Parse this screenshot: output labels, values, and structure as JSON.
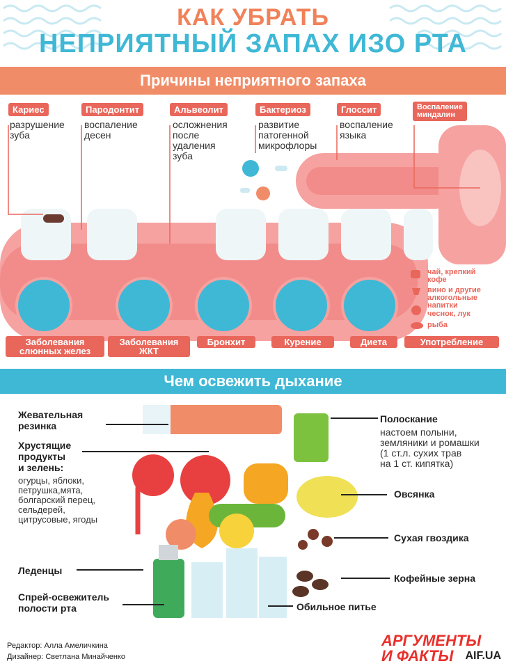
{
  "header": {
    "title_line1": "КАК УБРАТЬ",
    "title_line2": "НЕПРИЯТНЫЙ ЗАПАХ ИЗО РТА"
  },
  "section1": {
    "title": "Причины неприятного запаха",
    "causes": [
      {
        "tag": "Кариес",
        "desc": "разрушение\nзуба"
      },
      {
        "tag": "Пародонтит",
        "desc": "воспаление\nдесен"
      },
      {
        "tag": "Альвеолит",
        "desc": "осложнения\nпосле\nудаления\nзуба"
      },
      {
        "tag": "Бактериоз",
        "desc": "развитие\nпатогенной\nмикрофлоры"
      },
      {
        "tag": "Глоссит",
        "desc": "воспаление\nязыка"
      },
      {
        "tag": "Воспаление\nминдалин",
        "desc": ""
      }
    ],
    "conditions": [
      {
        "label": "Заболевания\nслюнных желез",
        "icon": "salivary-gland-icon"
      },
      {
        "label": "Заболевания\nЖКТ",
        "icon": "intestine-icon"
      },
      {
        "label": "Бронхит",
        "icon": "lungs-icon"
      },
      {
        "label": "Курение",
        "icon": "cigarette-icon"
      },
      {
        "label": "Диета",
        "icon": "scale-icon"
      },
      {
        "label": "Употребление",
        "icon": "food-icon"
      }
    ],
    "consumption": [
      "чай, крепкий кофе",
      "вино и другие алкогольные напитки",
      "чеснок, лук",
      "рыба"
    ]
  },
  "section2": {
    "title": "Чем освежить дыхание",
    "left": [
      {
        "label": "Жевательная\nрезинка",
        "desc": ""
      },
      {
        "label": "Хрустящие\nпродукты\nи зелень:",
        "desc": "огурцы, яблоки,\nпетрушка,мята,\nболгарский перец,\nсельдерей,\nцитрусовые, ягоды"
      },
      {
        "label": "Леденцы",
        "desc": ""
      },
      {
        "label": "Спрей-освежитель\nполости рта",
        "desc": ""
      }
    ],
    "right": [
      {
        "label": "Полоскание",
        "desc": "настоем полыни,\nземляники и ромашки\n(1 ст.л. сухих трав\nна 1 ст. кипятка)"
      },
      {
        "label": "Овсянка",
        "desc": ""
      },
      {
        "label": "Сухая гвоздика",
        "desc": ""
      },
      {
        "label": "Кофейные зерна",
        "desc": ""
      }
    ],
    "bottom": "Обильное питье"
  },
  "footer": {
    "editor": "Редактор: Алла Амеличкина",
    "designer": "Дизайнер: Светлана Минайченко",
    "brand1": "АРГУМЕНТЫ",
    "brand2": "И ФАКТЫ",
    "brand_site": "AIF.UA"
  },
  "colors": {
    "coral": "#e9665b",
    "salmon": "#f08d68",
    "cyan": "#3fb8d5",
    "pink": "#f6a2a0"
  }
}
